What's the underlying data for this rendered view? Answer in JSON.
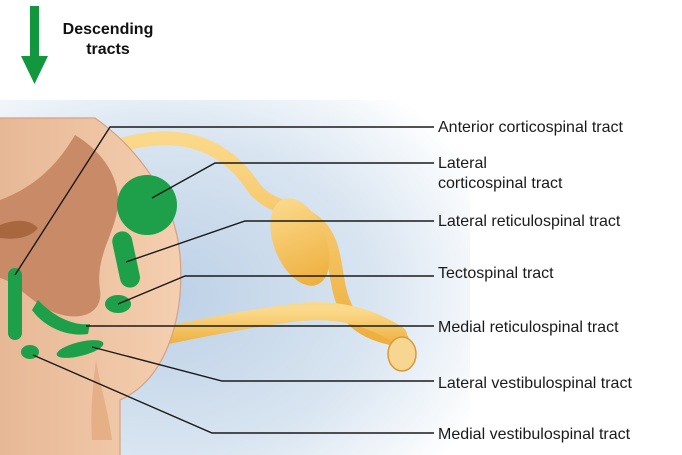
{
  "heading": [
    "Descending",
    "tracts"
  ],
  "labels": [
    "Anterior corticospinal tract",
    [
      "Lateral",
      "corticospinal tract"
    ],
    "Lateral reticulospinal tract",
    "Tectospinal tract",
    "Medial reticulospinal tract",
    "Lateral vestibulospinal tract",
    "Medial vestibulospinal tract"
  ],
  "colors": {
    "tract_green": "#1ea04a",
    "arrow_green": "#12973f",
    "gray_matter": "#c98a67",
    "white_matter": "#f0c9a8",
    "nerve": "#f4c158",
    "background_blue": "#d6e3f0",
    "leader_line": "#1a1a1a"
  },
  "icons": [
    "down-arrow-icon"
  ]
}
